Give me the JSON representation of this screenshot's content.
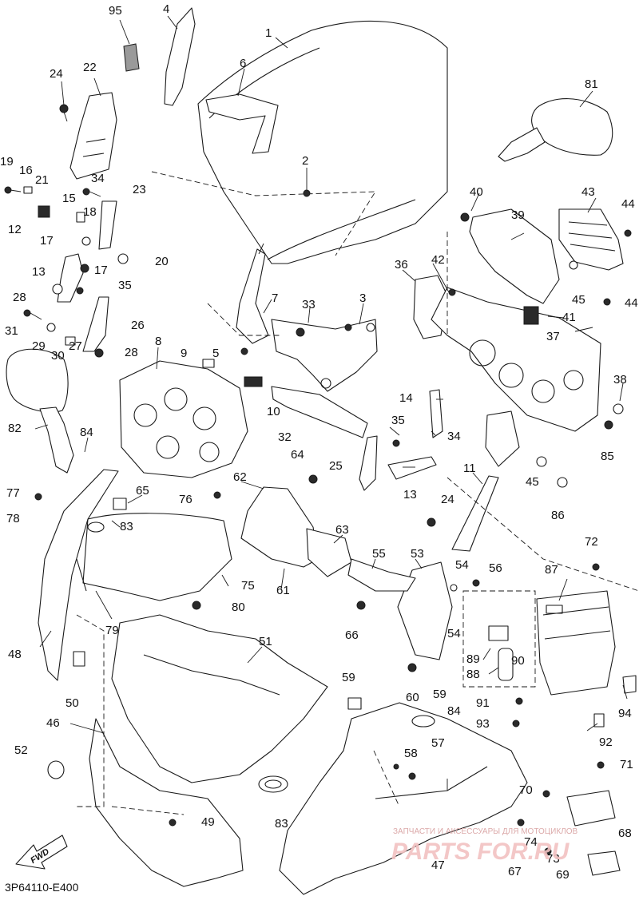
{
  "diagram_code": "3P64110-E400",
  "fwd_label": "FWD",
  "watermark": {
    "line1": "ЗАПЧАСТИ И АКСЕССУАРЫ ДЛЯ МОТОЦИКЛОВ",
    "line2": "PARTS FOR.RU"
  },
  "callouts": [
    {
      "id": "c1",
      "label": "1"
    },
    {
      "id": "c2",
      "label": "2"
    },
    {
      "id": "c3",
      "label": "3"
    },
    {
      "id": "c4",
      "label": "4"
    },
    {
      "id": "c5",
      "label": "5"
    },
    {
      "id": "c6",
      "label": "6"
    },
    {
      "id": "c7",
      "label": "7"
    },
    {
      "id": "c8",
      "label": "8"
    },
    {
      "id": "c9",
      "label": "9"
    },
    {
      "id": "c10",
      "label": "10"
    },
    {
      "id": "c11",
      "label": "11"
    },
    {
      "id": "c12",
      "label": "12"
    },
    {
      "id": "c13a",
      "label": "13"
    },
    {
      "id": "c13b",
      "label": "13"
    },
    {
      "id": "c14",
      "label": "14"
    },
    {
      "id": "c15",
      "label": "15"
    },
    {
      "id": "c16",
      "label": "16"
    },
    {
      "id": "c17a",
      "label": "17"
    },
    {
      "id": "c17b",
      "label": "17"
    },
    {
      "id": "c18",
      "label": "18"
    },
    {
      "id": "c19",
      "label": "19"
    },
    {
      "id": "c20",
      "label": "20"
    },
    {
      "id": "c21",
      "label": "21"
    },
    {
      "id": "c22",
      "label": "22"
    },
    {
      "id": "c23",
      "label": "23"
    },
    {
      "id": "c24a",
      "label": "24"
    },
    {
      "id": "c24b",
      "label": "24"
    },
    {
      "id": "c25",
      "label": "25"
    },
    {
      "id": "c26",
      "label": "26"
    },
    {
      "id": "c27",
      "label": "27"
    },
    {
      "id": "c28a",
      "label": "28"
    },
    {
      "id": "c28b",
      "label": "28"
    },
    {
      "id": "c29",
      "label": "29"
    },
    {
      "id": "c30",
      "label": "30"
    },
    {
      "id": "c31",
      "label": "31"
    },
    {
      "id": "c32",
      "label": "32"
    },
    {
      "id": "c33",
      "label": "33"
    },
    {
      "id": "c34a",
      "label": "34"
    },
    {
      "id": "c34b",
      "label": "34"
    },
    {
      "id": "c35a",
      "label": "35"
    },
    {
      "id": "c35b",
      "label": "35"
    },
    {
      "id": "c36",
      "label": "36"
    },
    {
      "id": "c37",
      "label": "37"
    },
    {
      "id": "c38",
      "label": "38"
    },
    {
      "id": "c39",
      "label": "39"
    },
    {
      "id": "c40",
      "label": "40"
    },
    {
      "id": "c41",
      "label": "41"
    },
    {
      "id": "c42",
      "label": "42"
    },
    {
      "id": "c43",
      "label": "43"
    },
    {
      "id": "c44a",
      "label": "44"
    },
    {
      "id": "c44b",
      "label": "44"
    },
    {
      "id": "c45a",
      "label": "45"
    },
    {
      "id": "c45b",
      "label": "45"
    },
    {
      "id": "c46",
      "label": "46"
    },
    {
      "id": "c47",
      "label": "47"
    },
    {
      "id": "c48",
      "label": "48"
    },
    {
      "id": "c49",
      "label": "49"
    },
    {
      "id": "c50",
      "label": "50"
    },
    {
      "id": "c51",
      "label": "51"
    },
    {
      "id": "c52",
      "label": "52"
    },
    {
      "id": "c53",
      "label": "53"
    },
    {
      "id": "c54a",
      "label": "54"
    },
    {
      "id": "c54b",
      "label": "54"
    },
    {
      "id": "c55",
      "label": "55"
    },
    {
      "id": "c56",
      "label": "56"
    },
    {
      "id": "c57",
      "label": "57"
    },
    {
      "id": "c58",
      "label": "58"
    },
    {
      "id": "c59a",
      "label": "59"
    },
    {
      "id": "c59b",
      "label": "59"
    },
    {
      "id": "c60",
      "label": "60"
    },
    {
      "id": "c61",
      "label": "61"
    },
    {
      "id": "c62",
      "label": "62"
    },
    {
      "id": "c63",
      "label": "63"
    },
    {
      "id": "c64",
      "label": "64"
    },
    {
      "id": "c65",
      "label": "65"
    },
    {
      "id": "c66",
      "label": "66"
    },
    {
      "id": "c67",
      "label": "67"
    },
    {
      "id": "c68",
      "label": "68"
    },
    {
      "id": "c69",
      "label": "69"
    },
    {
      "id": "c70",
      "label": "70"
    },
    {
      "id": "c71",
      "label": "71"
    },
    {
      "id": "c72",
      "label": "72"
    },
    {
      "id": "c73",
      "label": "73"
    },
    {
      "id": "c74",
      "label": "74"
    },
    {
      "id": "c75",
      "label": "75"
    },
    {
      "id": "c76",
      "label": "76"
    },
    {
      "id": "c77",
      "label": "77"
    },
    {
      "id": "c78",
      "label": "78"
    },
    {
      "id": "c79",
      "label": "79"
    },
    {
      "id": "c80",
      "label": "80"
    },
    {
      "id": "c81",
      "label": "81"
    },
    {
      "id": "c82",
      "label": "82"
    },
    {
      "id": "c83a",
      "label": "83"
    },
    {
      "id": "c83b",
      "label": "83"
    },
    {
      "id": "c84a",
      "label": "84"
    },
    {
      "id": "c84b",
      "label": "84"
    },
    {
      "id": "c85",
      "label": "85"
    },
    {
      "id": "c86",
      "label": "86"
    },
    {
      "id": "c87",
      "label": "87"
    },
    {
      "id": "c88",
      "label": "88"
    },
    {
      "id": "c89",
      "label": "89"
    },
    {
      "id": "c90",
      "label": "90"
    },
    {
      "id": "c91",
      "label": "91"
    },
    {
      "id": "c92",
      "label": "92"
    },
    {
      "id": "c93",
      "label": "93"
    },
    {
      "id": "c94",
      "label": "94"
    },
    {
      "id": "c95",
      "label": "95"
    }
  ]
}
